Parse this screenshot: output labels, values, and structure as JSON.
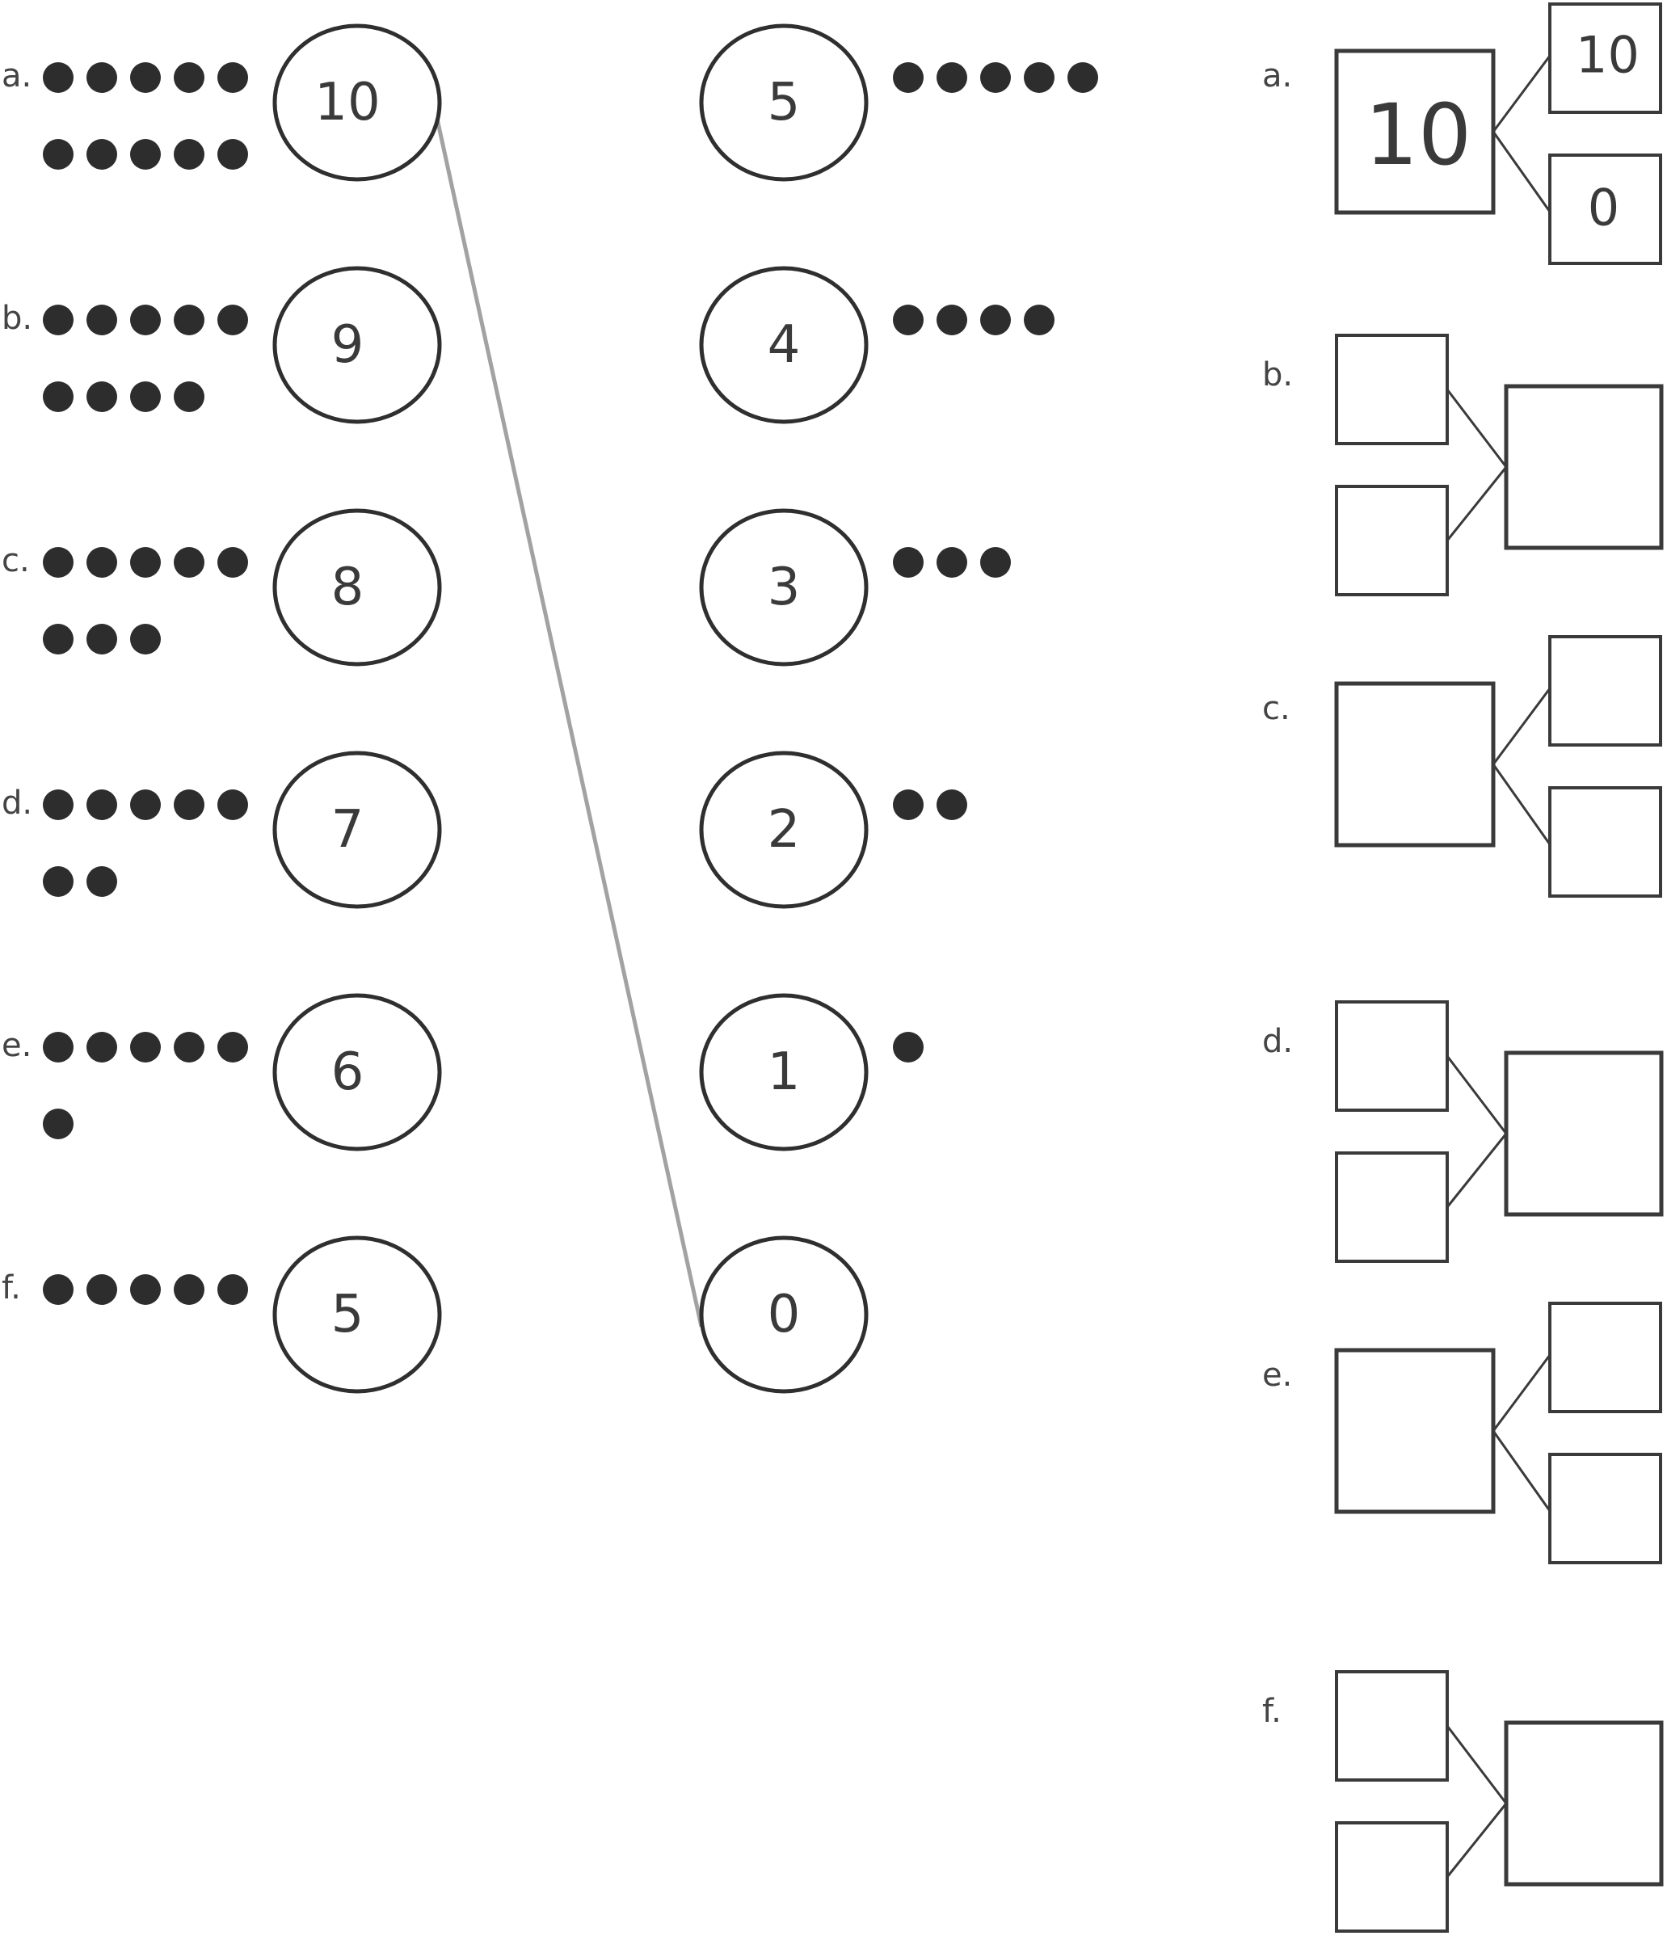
{
  "left_rows": [
    {
      "label": "a.",
      "number": "10",
      "dots": 10
    },
    {
      "label": "b.",
      "number": "9",
      "dots": 9
    },
    {
      "label": "c.",
      "number": "8",
      "dots": 8
    },
    {
      "label": "d.",
      "number": "7",
      "dots": 7
    },
    {
      "label": "e.",
      "number": "6",
      "dots": 6
    },
    {
      "label": "f.",
      "number": "5",
      "dots": 5
    }
  ],
  "middle_rows": [
    {
      "number": "5",
      "dots": 5
    },
    {
      "number": "4",
      "dots": 4
    },
    {
      "number": "3",
      "dots": 3
    },
    {
      "number": "2",
      "dots": 2
    },
    {
      "number": "1",
      "dots": 1
    },
    {
      "number": "0",
      "dots": 0
    }
  ],
  "bonds": [
    {
      "label": "a.",
      "whole": "10",
      "part1": "10",
      "part2": "0",
      "whole_side": "left"
    },
    {
      "label": "b.",
      "whole": "",
      "part1": "",
      "part2": "",
      "whole_side": "right"
    },
    {
      "label": "c.",
      "whole": "",
      "part1": "",
      "part2": "",
      "whole_side": "left"
    },
    {
      "label": "d.",
      "whole": "",
      "part1": "",
      "part2": "",
      "whole_side": "right"
    },
    {
      "label": "e.",
      "whole": "",
      "part1": "",
      "part2": "",
      "whole_side": "left"
    },
    {
      "label": "f.",
      "whole": "",
      "part1": "",
      "part2": "",
      "whole_side": "right"
    }
  ],
  "connections": [
    {
      "from_left": 0,
      "to_middle": 5
    }
  ]
}
